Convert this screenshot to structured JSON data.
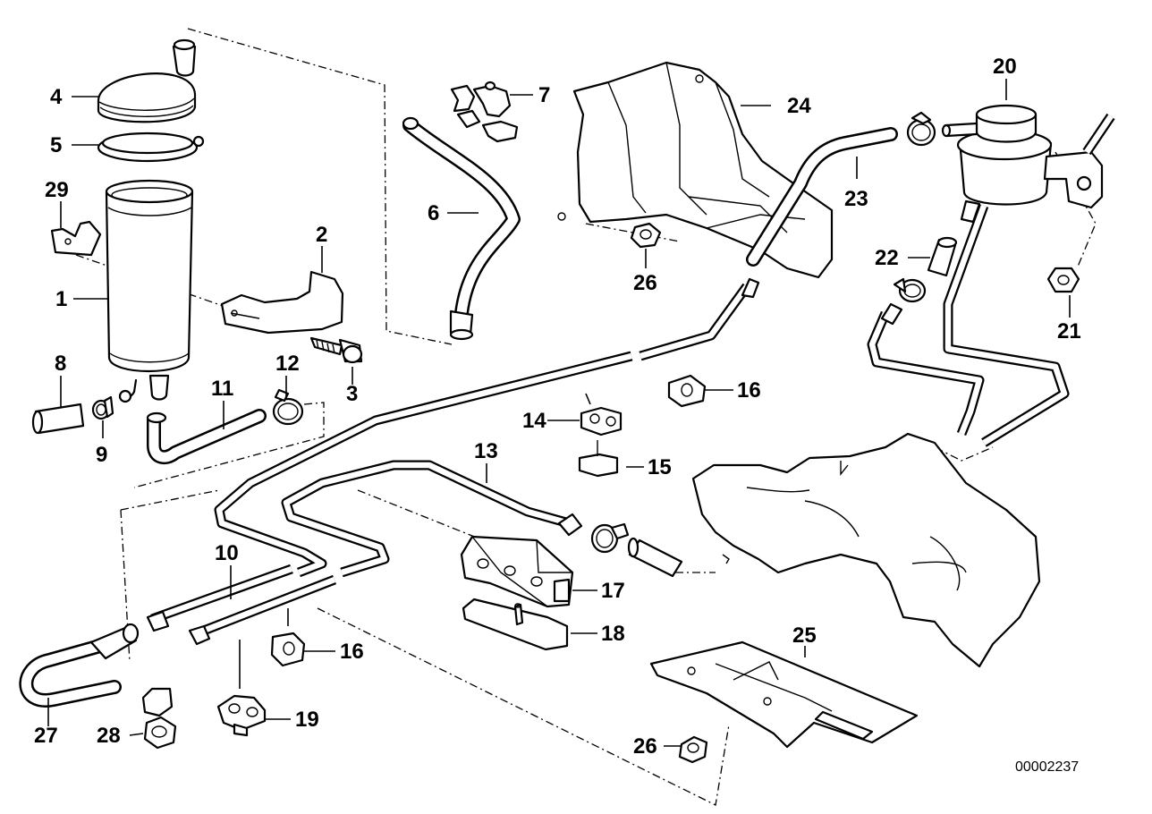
{
  "diagram_id": "00002237",
  "callouts": {
    "c1": "1",
    "c2": "2",
    "c3": "3",
    "c4": "4",
    "c5": "5",
    "c6": "6",
    "c7": "7",
    "c8": "8",
    "c9": "9",
    "c10": "10",
    "c11": "11",
    "c12": "12",
    "c13": "13",
    "c14": "14",
    "c15": "15",
    "c16a": "16",
    "c16b": "16",
    "c17": "17",
    "c18": "18",
    "c19": "19",
    "c20": "20",
    "c21": "21",
    "c22": "22",
    "c23": "23",
    "c24": "24",
    "c25": "25",
    "c26a": "26",
    "c26b": "26",
    "c27": "27",
    "c28": "28",
    "c29": "29"
  }
}
